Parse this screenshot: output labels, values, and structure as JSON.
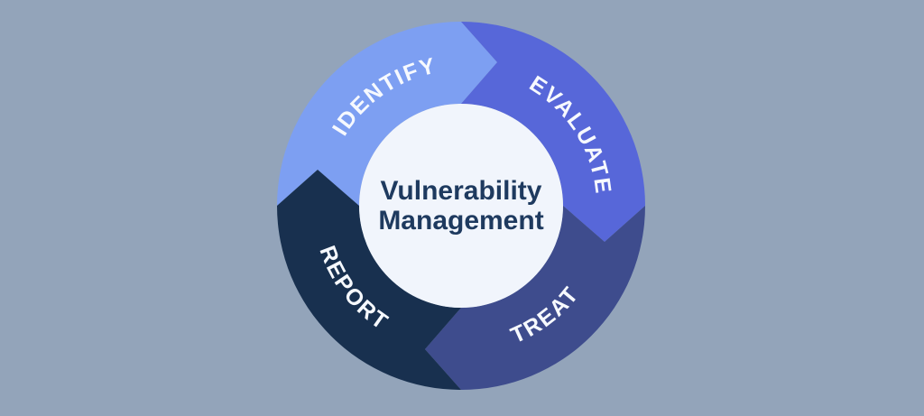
{
  "diagram": {
    "type": "cycle",
    "title": {
      "line1": "Vulnerability",
      "line2": "Management"
    },
    "colors": {
      "background": "#93a4ba",
      "inner_circle": "#f1f5fc",
      "title_text": "#1e3a5f",
      "label_text": "#f6f9fe"
    },
    "segments": [
      {
        "label": "IDENTIFY",
        "color": "#7d9ff2",
        "position": "top-left",
        "sequence": 1
      },
      {
        "label": "EVALUATE",
        "color": "#5767d9",
        "position": "top-right",
        "sequence": 2
      },
      {
        "label": "TREAT",
        "color": "#3e4c8d",
        "position": "bottom-right",
        "sequence": 3
      },
      {
        "label": "REPORT",
        "color": "#18304f",
        "position": "bottom-left",
        "sequence": 4
      }
    ]
  }
}
